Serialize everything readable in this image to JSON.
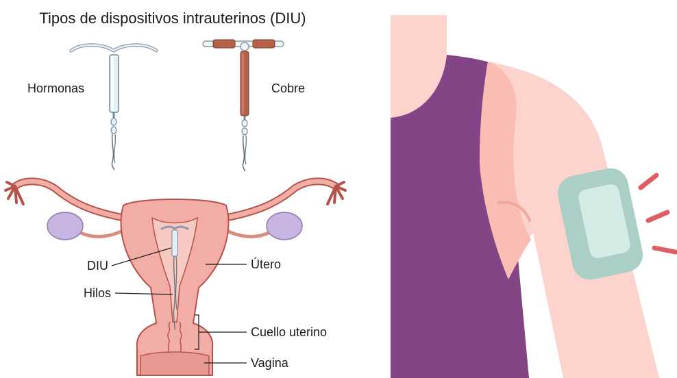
{
  "title": "Tipos de dispositivos intrauterinos (DIU)",
  "devices": {
    "hormonal_label": "Hormonas",
    "copper_label": "Cobre"
  },
  "anatomy_labels": {
    "iud": "DIU",
    "strings": "Hilos",
    "uterus": "Útero",
    "cervix": "Cuello uterino",
    "vagina": "Vagina"
  },
  "colors": {
    "uterus_fill": "#f2aea6",
    "uterus_outline": "#b5524a",
    "ovary": "#c8b4e0",
    "copper": "#b5614a",
    "skin_light": "#fcd3cd",
    "skin_mid": "#f9bdb3",
    "shirt": "#834585",
    "patch_outer": "#a9cfc6",
    "patch_inner": "#d5ebe5",
    "burst": "#de5e63"
  },
  "icons": [
    "iud-hormonal-icon",
    "iud-copper-icon",
    "contraceptive-patch-icon"
  ]
}
